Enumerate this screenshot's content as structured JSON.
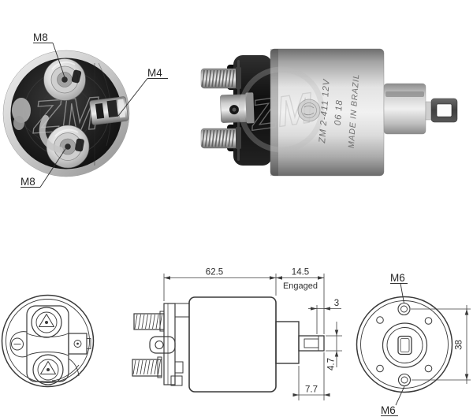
{
  "end_view_photo": {
    "bolt_top_label": "M8",
    "terminal_label": "M4",
    "bolt_bottom_label": "M8",
    "watermark": "ZM"
  },
  "side_view_photo": {
    "marking_line1": "ZM 2-411 12V",
    "marking_line2": "06 18",
    "marking_line3": "MADE IN BRAZIL",
    "watermark": "ZM"
  },
  "side_view_drawing": {
    "dim_body_length": "62.5",
    "dim_travel": "14.5",
    "travel_state": "Engaged",
    "dim_pin_tip": "3",
    "dim_pin_height": "4.7",
    "dim_pin_length": "7.7"
  },
  "front_view_drawing": {
    "hole_top_label": "M6",
    "hole_bottom_label": "M6",
    "dim_hole_spacing": "38"
  },
  "colors": {
    "drawing_line": "#3a3a3a",
    "label_text": "#262626",
    "marking_text": "#6f6f6f",
    "photo_dark": "#141414"
  }
}
